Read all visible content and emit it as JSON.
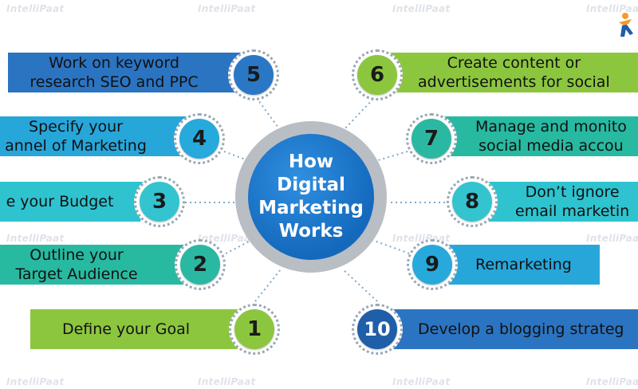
{
  "hub": {
    "lines": [
      "How",
      "Digital",
      "Marketing",
      "Works"
    ]
  },
  "steps": [
    {
      "number": "1",
      "lines": [
        "Define your Goal"
      ],
      "banner_color": "#8cc63f",
      "badge_color": "#8cc63f"
    },
    {
      "number": "2",
      "lines": [
        "Outline your",
        "Target Audience"
      ],
      "banner_color": "#28b9a1",
      "badge_color": "#2bb8a3"
    },
    {
      "number": "3",
      "lines": [
        "e your Budget"
      ],
      "banner_color": "#2ec3cf",
      "badge_color": "#33c4d0"
    },
    {
      "number": "4",
      "lines": [
        "Specify your",
        "annel of Marketing"
      ],
      "banner_color": "#27a6da",
      "badge_color": "#27a9dc"
    },
    {
      "number": "5",
      "lines": [
        "Work on keyword",
        "research SEO and PPC"
      ],
      "banner_color": "#2b74c2",
      "badge_color": "#2a78c5"
    },
    {
      "number": "6",
      "lines": [
        "Create content or",
        "advertisements for social"
      ],
      "banner_color": "#8cc63f",
      "badge_color": "#8cc63f"
    },
    {
      "number": "7",
      "lines": [
        "Manage and monito",
        "social media accou"
      ],
      "banner_color": "#28b9a1",
      "badge_color": "#2bb8a3"
    },
    {
      "number": "8",
      "lines": [
        "Don’t ignore",
        "email marketin"
      ],
      "banner_color": "#2ec3cf",
      "badge_color": "#33c4d0"
    },
    {
      "number": "9",
      "lines": [
        "Remarketing"
      ],
      "banner_color": "#27a6da",
      "badge_color": "#27a9dc"
    },
    {
      "number": "10",
      "lines": [
        "Develop a blogging strateg"
      ],
      "banner_color": "#2b74c2",
      "badge_color": "#1f5ea8"
    }
  ],
  "watermark": "IntelliPaat",
  "colors": {
    "hub_core": "#1a73c7",
    "hub_ring": "#b9bec4",
    "connector": "#7fa8c9"
  },
  "icons": {
    "logo": "intellipaat-logo-icon"
  }
}
